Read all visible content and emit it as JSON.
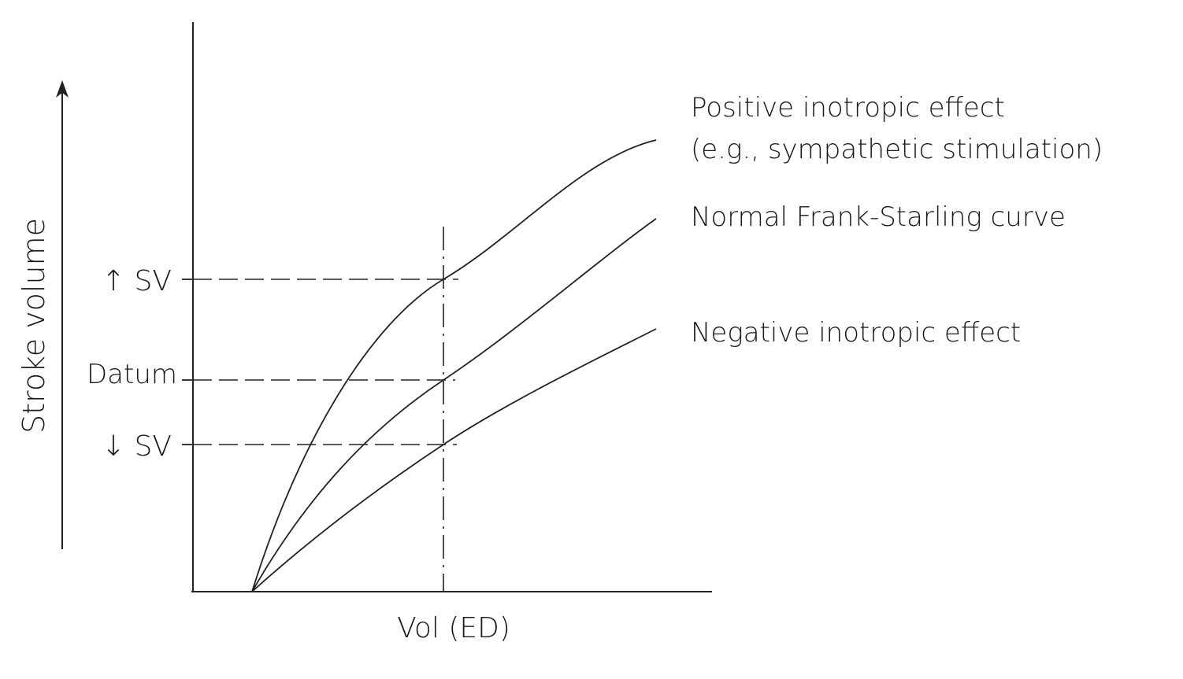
{
  "diagram": {
    "y_axis_label": "Stroke volume",
    "x_axis_label": "Vol (ED)",
    "y_markers": {
      "increased_sv": "↑ SV",
      "datum": "Datum",
      "decreased_sv": "↓ SV"
    },
    "curves": {
      "positive": {
        "label_line1": "Positive inotropic effect",
        "label_line2": "(e.g., sympathetic stimulation)"
      },
      "normal": {
        "label": "Normal Frank-Starling curve"
      },
      "negative": {
        "label": "Negative inotropic effect"
      }
    }
  }
}
